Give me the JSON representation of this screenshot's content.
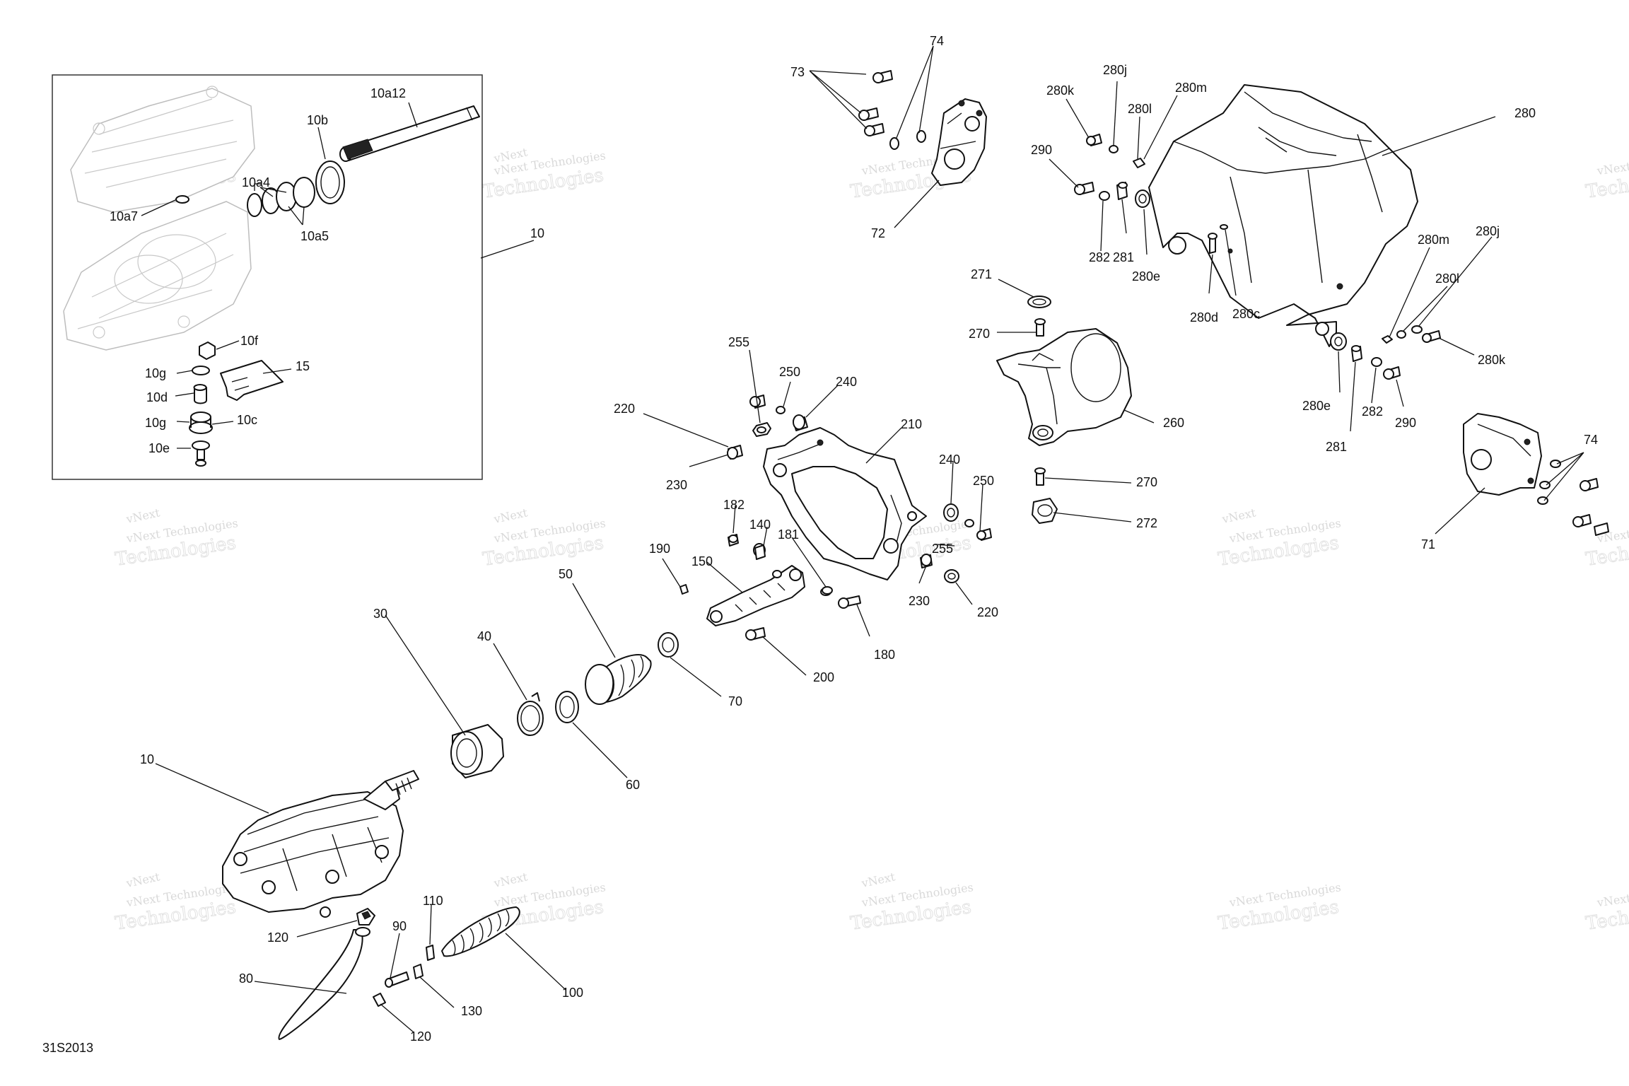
{
  "diagram_code": "31S2013",
  "watermark": {
    "line1": "vNext Technologies",
    "line2": "Technologies",
    "brand": "vNext"
  },
  "callouts": {
    "10a12": "10a12",
    "10b": "10b",
    "10a4": "10a4",
    "10a7": "10a7",
    "10a5": "10a5",
    "10_inset": "10",
    "10f": "10f",
    "15": "15",
    "10g_top": "10g",
    "10d": "10d",
    "10g_bottom": "10g",
    "10c": "10c",
    "10e": "10e",
    "73": "73",
    "74_top": "74",
    "72": "72",
    "280k_top": "280k",
    "280j_top": "280j",
    "280l_top": "280l",
    "280m_top": "280m",
    "280": "280",
    "290_top": "290",
    "282_top": "282",
    "281_top": "281",
    "280e_top": "280e",
    "280d": "280d",
    "280c": "280c",
    "280m_right": "280m",
    "280j_right": "280j",
    "280l_right": "280l",
    "280k_right": "280k",
    "280e_bottom": "280e",
    "281_bottom": "281",
    "282_bottom": "282",
    "290_bottom": "290",
    "74_right": "74",
    "71": "71",
    "271": "271",
    "270_top": "270",
    "260": "260",
    "270_bottom": "270",
    "272": "272",
    "255": "255",
    "250_left": "250",
    "240_left": "240",
    "220_left": "220",
    "230_left": "230",
    "210": "210",
    "240_right": "240",
    "250_right": "250",
    "182": "182",
    "140": "140",
    "181": "181",
    "255_right": "255",
    "190": "190",
    "150": "150",
    "230_right": "230",
    "220_right": "220",
    "180": "180",
    "200": "200",
    "30": "30",
    "40": "40",
    "50": "50",
    "70": "70",
    "60": "60",
    "10_main": "10",
    "120_top": "120",
    "110": "110",
    "90": "90",
    "100": "100",
    "80": "80",
    "130": "130",
    "120_bottom": "120"
  }
}
